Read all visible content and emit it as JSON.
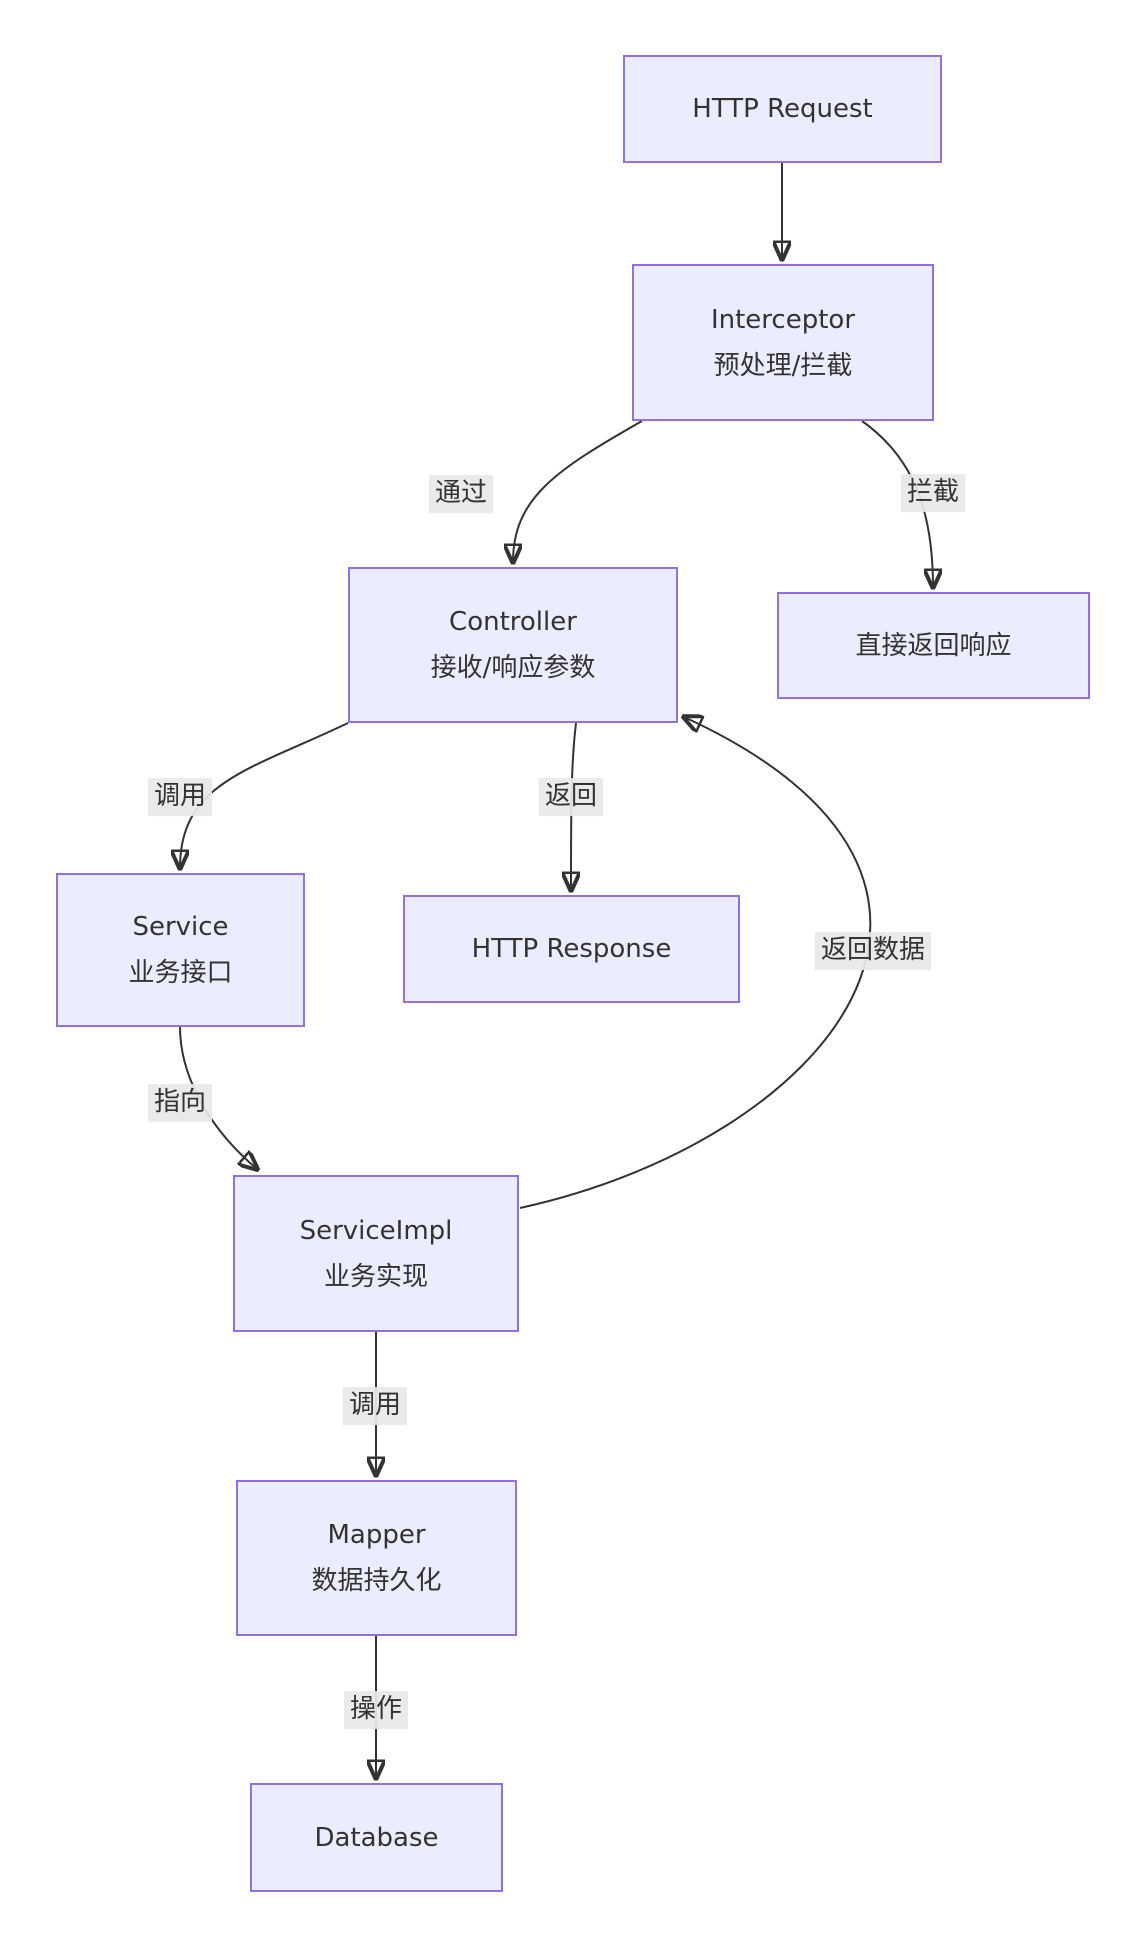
{
  "diagram": {
    "type": "flowchart",
    "direction": "top-down",
    "colors": {
      "node_fill": "#ECECFF",
      "node_border": "#9370DB",
      "edge_line": "#333333",
      "edge_label_bg": "#e8e8e8",
      "text": "#333333",
      "background": "#ffffff"
    },
    "nodes": {
      "http_request": {
        "line1": "HTTP Request"
      },
      "interceptor": {
        "line1": "Interceptor",
        "line2": "预处理/拦截"
      },
      "controller": {
        "line1": "Controller",
        "line2": "接收/响应参数"
      },
      "direct_response": {
        "line1": "直接返回响应"
      },
      "service": {
        "line1": "Service",
        "line2": "业务接口"
      },
      "http_response": {
        "line1": "HTTP Response"
      },
      "serviceimpl": {
        "line1": "ServiceImpl",
        "line2": "业务实现"
      },
      "mapper": {
        "line1": "Mapper",
        "line2": "数据持久化"
      },
      "database": {
        "line1": "Database"
      }
    },
    "edges": [
      {
        "from": "http_request",
        "to": "interceptor",
        "label": ""
      },
      {
        "from": "interceptor",
        "to": "controller",
        "label": "通过"
      },
      {
        "from": "interceptor",
        "to": "direct_response",
        "label": "拦截"
      },
      {
        "from": "controller",
        "to": "service",
        "label": "调用"
      },
      {
        "from": "controller",
        "to": "http_response",
        "label": "返回"
      },
      {
        "from": "service",
        "to": "serviceimpl",
        "label": "指向"
      },
      {
        "from": "serviceimpl",
        "to": "controller",
        "label": "返回数据"
      },
      {
        "from": "serviceimpl",
        "to": "mapper",
        "label": "调用"
      },
      {
        "from": "mapper",
        "to": "database",
        "label": "操作"
      }
    ]
  }
}
